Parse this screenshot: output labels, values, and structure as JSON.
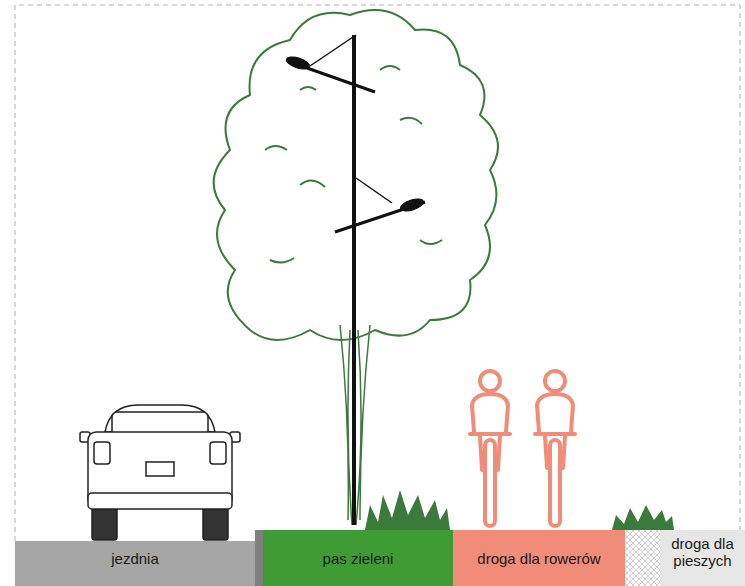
{
  "diagram": {
    "nodes": [
      {
        "text": [
          "jezdnia"
        ]
      },
      {
        "text": [
          "pas zieleni"
        ]
      },
      {
        "text": [
          "droga dla rowerów"
        ]
      },
      {
        "text": [
          "droga dla pieszych"
        ]
      }
    ]
  }
}
